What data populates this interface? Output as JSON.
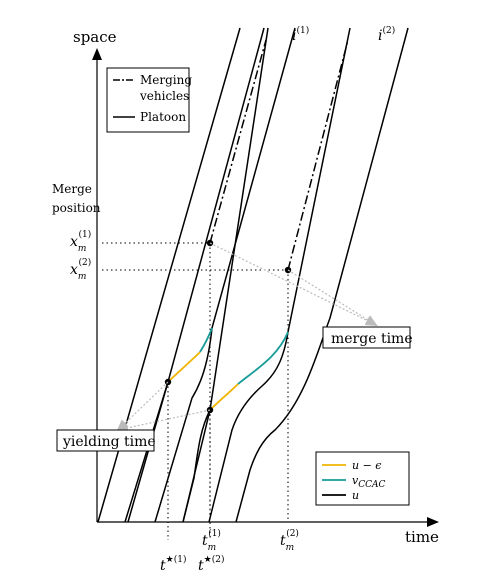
{
  "axes": {
    "y_label": "space",
    "x_label": "time",
    "merge_position_label_line1": "Merge",
    "merge_position_label_line2": "position"
  },
  "vehicle_labels": {
    "v1": {
      "base": "i",
      "sup": "(1)"
    },
    "v2": {
      "base": "i",
      "sup": "(2)"
    }
  },
  "y_ticks": [
    {
      "base": "x",
      "sub": "m",
      "sup": "(1)"
    },
    {
      "base": "x",
      "sub": "m",
      "sup": "(2)"
    }
  ],
  "x_ticks_top": [
    {
      "base": "t",
      "sub": "m",
      "sup": "(1)"
    },
    {
      "base": "t",
      "sub": "m",
      "sup": "(2)"
    }
  ],
  "x_ticks_bottom": [
    {
      "base": "t",
      "sup": "★(1)"
    },
    {
      "base": "t",
      "sup": "★(2)"
    }
  ],
  "legend_top": {
    "merging_line1": "Merging",
    "merging_line2": "vehicles",
    "platoon": "Platoon"
  },
  "legend_bottom": {
    "u_minus_eps": "u − ϵ",
    "v_ccac": "v",
    "v_ccac_sub": "CCAC",
    "u": "u"
  },
  "annotations": {
    "merge_time": "merge time",
    "yielding_time": "yielding time"
  },
  "colors": {
    "u_minus_eps": "#f0b400",
    "v_ccac": "#169c99",
    "u": "#000000",
    "arrow": "#bbbbbb"
  }
}
